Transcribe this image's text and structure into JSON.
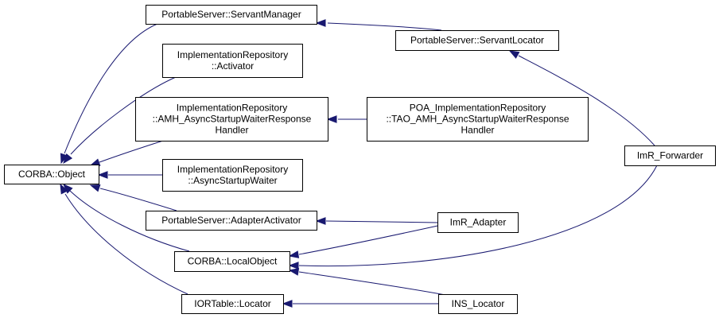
{
  "diagram": {
    "type": "inheritance-graph",
    "colors": {
      "edge": "#191970",
      "node_border": "#000000",
      "node_fill": "#ffffff",
      "text": "#000000"
    },
    "nodes": [
      {
        "id": "corba-object",
        "lines": [
          "CORBA::Object"
        ]
      },
      {
        "id": "servant-manager",
        "lines": [
          "PortableServer::ServantManager"
        ]
      },
      {
        "id": "activator",
        "lines": [
          "ImplementationRepository",
          "::Activator"
        ]
      },
      {
        "id": "amh-waiter",
        "lines": [
          "ImplementationRepository",
          "::AMH_AsyncStartupWaiterResponse",
          "Handler"
        ]
      },
      {
        "id": "async-waiter",
        "lines": [
          "ImplementationRepository",
          "::AsyncStartupWaiter"
        ]
      },
      {
        "id": "adapter-activator",
        "lines": [
          "PortableServer::AdapterActivator"
        ]
      },
      {
        "id": "local-object",
        "lines": [
          "CORBA::LocalObject"
        ]
      },
      {
        "id": "iortable-locator",
        "lines": [
          "IORTable::Locator"
        ]
      },
      {
        "id": "servant-locator",
        "lines": [
          "PortableServer::ServantLocator"
        ]
      },
      {
        "id": "poa-amh",
        "lines": [
          "POA_ImplementationRepository",
          "::TAO_AMH_AsyncStartupWaiterResponse",
          "Handler"
        ]
      },
      {
        "id": "imr-adapter",
        "lines": [
          "ImR_Adapter"
        ]
      },
      {
        "id": "ins-locator",
        "lines": [
          "INS_Locator"
        ]
      },
      {
        "id": "imr-forwarder",
        "lines": [
          "ImR_Forwarder"
        ]
      }
    ],
    "edges": [
      {
        "from": "servant-manager",
        "to": "corba-object"
      },
      {
        "from": "activator",
        "to": "corba-object"
      },
      {
        "from": "amh-waiter",
        "to": "corba-object"
      },
      {
        "from": "async-waiter",
        "to": "corba-object"
      },
      {
        "from": "adapter-activator",
        "to": "corba-object"
      },
      {
        "from": "local-object",
        "to": "corba-object"
      },
      {
        "from": "iortable-locator",
        "to": "corba-object"
      },
      {
        "from": "servant-locator",
        "to": "servant-manager"
      },
      {
        "from": "poa-amh",
        "to": "amh-waiter"
      },
      {
        "from": "imr-adapter",
        "to": "adapter-activator"
      },
      {
        "from": "imr-adapter",
        "to": "local-object"
      },
      {
        "from": "ins-locator",
        "to": "local-object"
      },
      {
        "from": "ins-locator",
        "to": "iortable-locator"
      },
      {
        "from": "imr-forwarder",
        "to": "servant-locator"
      },
      {
        "from": "imr-forwarder",
        "to": "local-object"
      }
    ]
  }
}
